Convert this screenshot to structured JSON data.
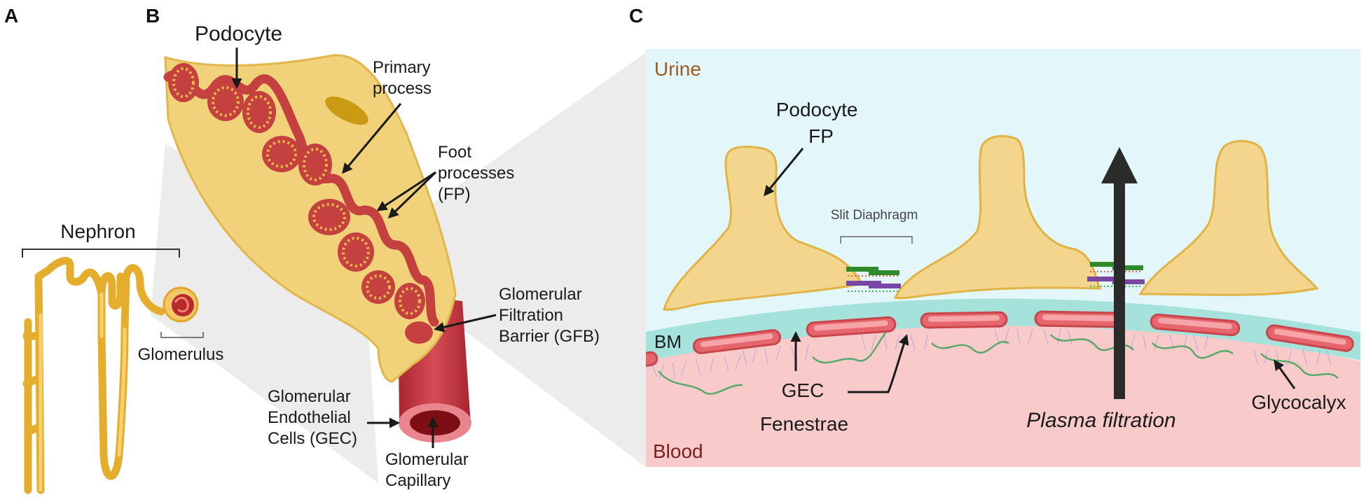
{
  "panels": {
    "a": "A",
    "b": "B",
    "c": "C"
  },
  "panel_a": {
    "nephron_label": "Nephron",
    "glomerulus_label": "Glomerulus"
  },
  "panel_b": {
    "podocyte_label": "Podocyte",
    "primary_process": [
      "Primary",
      "process"
    ],
    "foot_processes": [
      "Foot",
      "processes",
      "(FP)"
    ],
    "gfb": [
      "Glomerular",
      "Filtration",
      "Barrier (GFB)"
    ],
    "gec": [
      "Glomerular",
      "Endothelial",
      "Cells (GEC)"
    ],
    "capillary": [
      "Glomerular",
      "Capillary"
    ]
  },
  "panel_c": {
    "urine_label": "Urine",
    "blood_label": "Blood",
    "bm_label": "BM",
    "podocyte_fp": [
      "Podocyte",
      "FP"
    ],
    "slit_diaphragm_label": "Slit Diaphragm",
    "gec_label": "GEC",
    "fenestrae_label": "Fenestrae",
    "plasma_filtration_label": "Plasma filtration",
    "glycocalyx_label": "Glycocalyx"
  },
  "colors": {
    "nephron_yellow": "#f2c14e",
    "podocyte_fill": "#f1d27a",
    "podocyte_dark": "#e2b740",
    "capillary_red": "#c9434b",
    "urine_bg": "#e3f7fb",
    "blood_bg": "#f9caca",
    "bm_teal": "#a6e2dc",
    "label_brown": "#9c5a20",
    "label_maroon": "#7a1f22"
  }
}
